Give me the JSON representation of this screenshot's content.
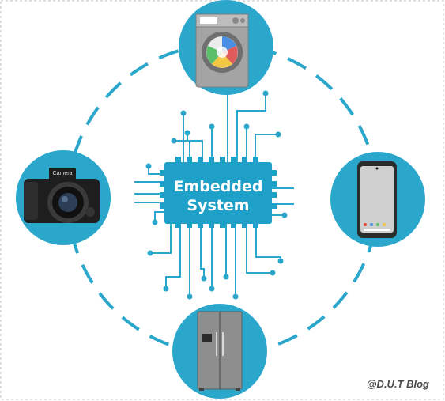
{
  "chip": {
    "line1": "Embedded",
    "line2": "System"
  },
  "camera": {
    "brand": "Camera"
  },
  "watermark": "@D.U.T Blog",
  "devices": [
    {
      "id": "washing-machine",
      "icon": "washing-machine-icon"
    },
    {
      "id": "smartphone",
      "icon": "smartphone-icon"
    },
    {
      "id": "refrigerator",
      "icon": "refrigerator-icon"
    },
    {
      "id": "camera",
      "icon": "camera-icon"
    }
  ],
  "colors": {
    "accent": "#2aa7cb",
    "chip": "#1ea0c8",
    "appliance": "#9a9a9a"
  }
}
